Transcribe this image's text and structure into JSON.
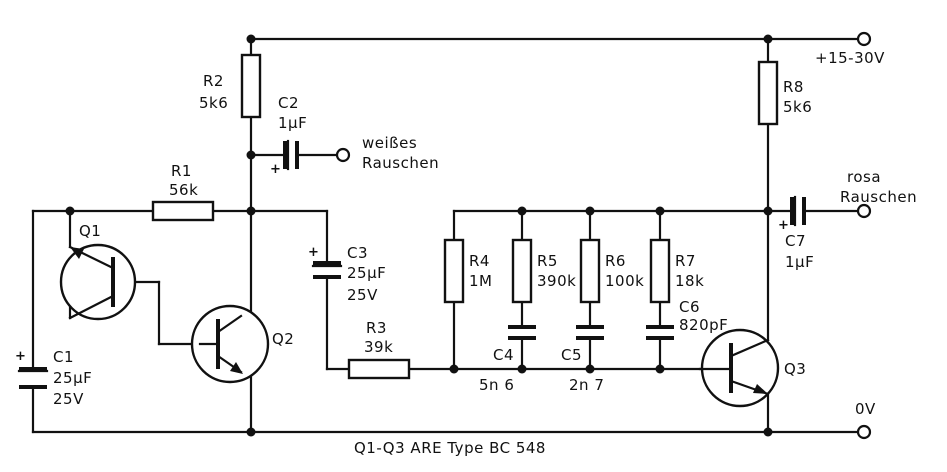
{
  "components": {
    "r1": {
      "name": "R1",
      "value": "56k"
    },
    "r2": {
      "name": "R2",
      "value": "5k6"
    },
    "r3": {
      "name": "R3",
      "value": "39k"
    },
    "r4": {
      "name": "R4",
      "value": "1M"
    },
    "r5": {
      "name": "R5",
      "value": "390k"
    },
    "r6": {
      "name": "R6",
      "value": "100k"
    },
    "r7": {
      "name": "R7",
      "value": "18k"
    },
    "r8": {
      "name": "R8",
      "value": "5k6"
    },
    "c1": {
      "name": "C1",
      "value": "25µF",
      "voltage": "25V"
    },
    "c2": {
      "name": "C2",
      "value": "1µF"
    },
    "c3": {
      "name": "C3",
      "value": "25µF",
      "voltage": "25V"
    },
    "c4": {
      "name": "C4",
      "value": "5n 6"
    },
    "c5": {
      "name": "C5",
      "value": "2n 7"
    },
    "c6": {
      "name": "C6",
      "value": "820pF"
    },
    "c7": {
      "name": "C7",
      "value": "1µF"
    },
    "q1": {
      "name": "Q1"
    },
    "q2": {
      "name": "Q2"
    },
    "q3": {
      "name": "Q3"
    }
  },
  "terminals": {
    "supply": "+15-30V",
    "ground": "0V",
    "white_noise": [
      "weißes",
      "Rauschen"
    ],
    "pink_noise": [
      "rosa",
      "Rauschen"
    ]
  },
  "polarity_mark": "+",
  "footnote": "Q1-Q3 ARE Type BC 548"
}
